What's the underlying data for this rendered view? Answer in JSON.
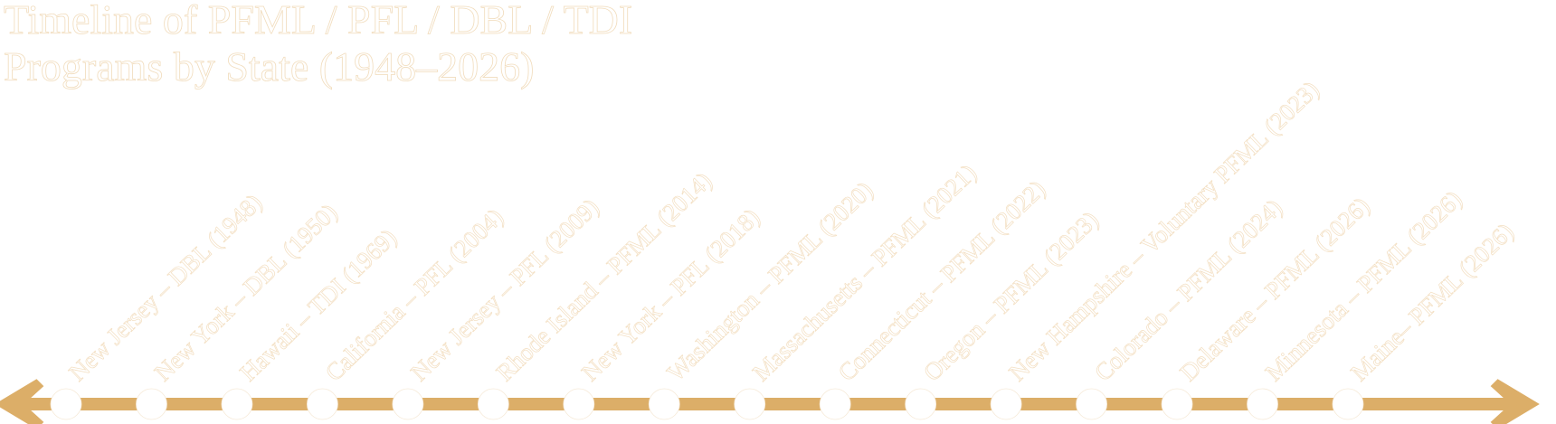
{
  "title": {
    "line1": "Timeline of PFML / PFL / DBL / TDI",
    "line2": "Programs by State (1948–2026)"
  },
  "colors": {
    "axis": "#dcae68",
    "marker": "#ffffff",
    "text_outline": "#f3dfc2"
  },
  "events": [
    {
      "label": "New Jersey – DBL (1948)"
    },
    {
      "label": "New York – DBL (1950)"
    },
    {
      "label": "Hawaii – TDI (1969)"
    },
    {
      "label": "California – PFL (2004)"
    },
    {
      "label": "New Jersey – PFL (2009)"
    },
    {
      "label": "Rhode Island – PFML (2014)"
    },
    {
      "label": "New York – PFL (2018)"
    },
    {
      "label": "Washington – PFML (2020)"
    },
    {
      "label": "Massachusetts – PFML (2021)"
    },
    {
      "label": "Connecticut – PFML (2022)"
    },
    {
      "label": "Oregon – PFML (2023)"
    },
    {
      "label": "New Hampshire – Voluntary PFML (2023)"
    },
    {
      "label": "Colorado – PFML (2024)"
    },
    {
      "label": "Delaware – PFML (2026)"
    },
    {
      "label": "Minnesota – PFML (2026)"
    },
    {
      "label": "Maine– PFML (2026)"
    }
  ]
}
